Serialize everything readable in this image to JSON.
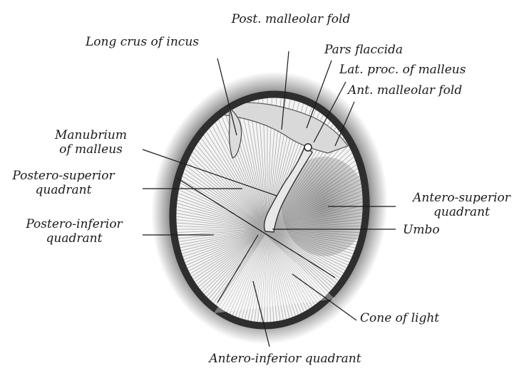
{
  "diagram": {
    "colors": {
      "ink": "#1a1a1a",
      "membrane": "#f4f4f4",
      "rim": "#2b2b2b",
      "fibers": "#6a6a6a",
      "shade": "#bdbdbd"
    },
    "labels": {
      "post_malleolar_fold": "Post. malleolar fold",
      "long_crus_incus": "Long crus of incus",
      "pars_flaccida": "Pars flaccida",
      "lat_proc_malleus": "Lat. proc. of malleus",
      "ant_malleolar_fold": "Ant. malleolar fold",
      "manubrium": [
        "Manubrium",
        "of malleus"
      ],
      "postero_superior": [
        "Postero-superior",
        "quadrant"
      ],
      "postero_inferior": [
        "Postero-inferior",
        "quadrant"
      ],
      "antero_superior": [
        "Antero-superior",
        "quadrant"
      ],
      "umbo": "Umbo",
      "cone_of_light": "Cone of light",
      "antero_inferior": "Antero-inferior quadrant"
    }
  }
}
